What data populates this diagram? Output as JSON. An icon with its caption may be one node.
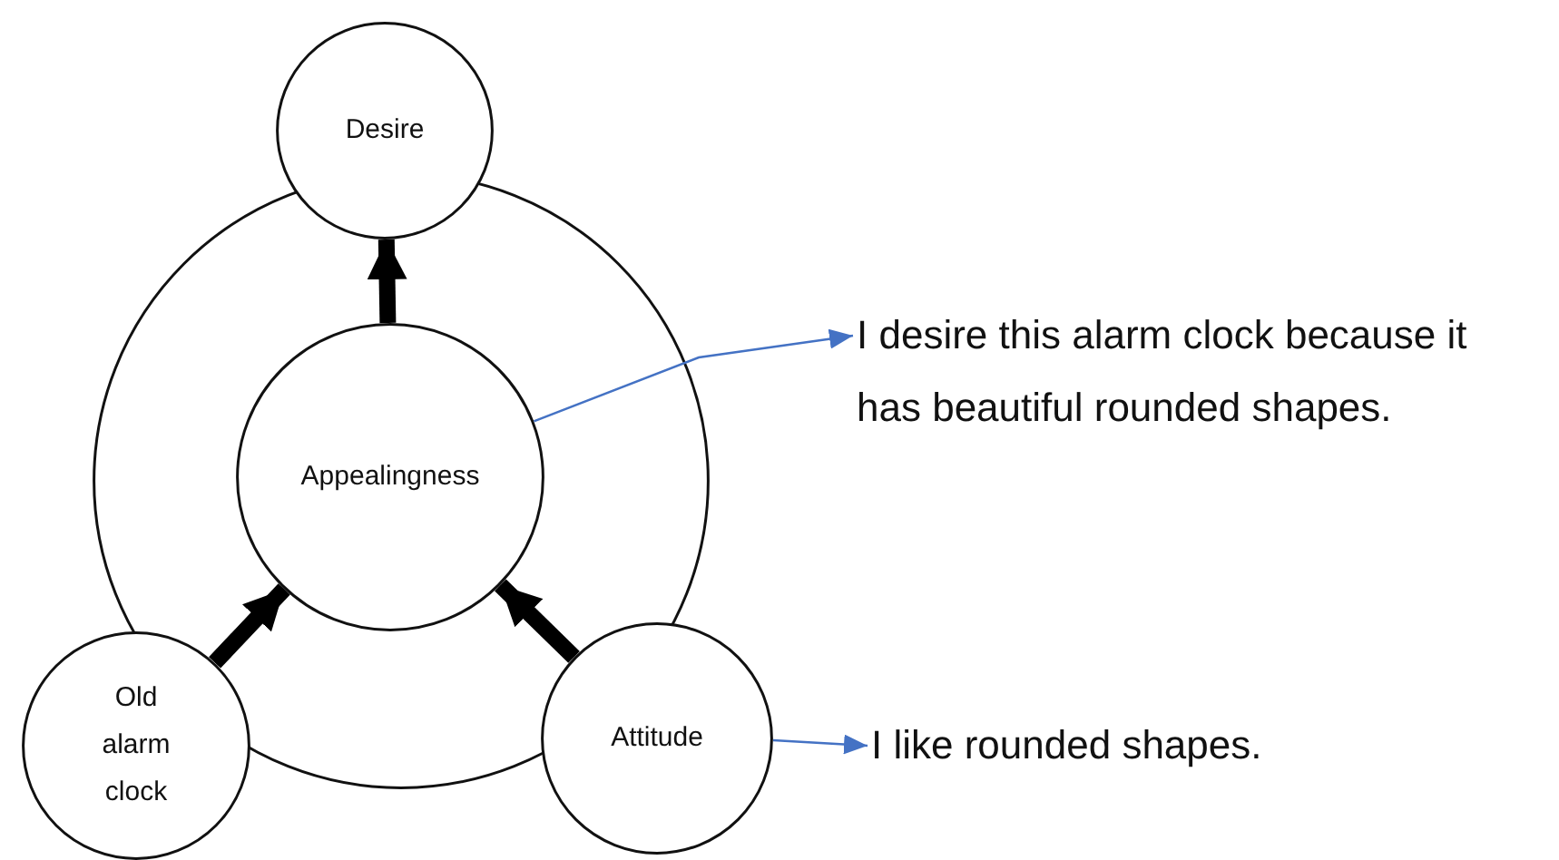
{
  "diagram": {
    "nodes": [
      {
        "text": [],
        "shape": "circle"
      },
      {
        "text": [
          "Desire"
        ]
      },
      {
        "text": [
          "Appealingness"
        ],
        "in": 0
      },
      {
        "text": [
          "Old alarm clock"
        ]
      },
      {
        "text": [
          "Attitude"
        ]
      },
      {
        "text": [
          "I desire this alarm clock because it has beautiful rounded shapes."
        ]
      },
      {
        "text": [
          "I like rounded shapes."
        ]
      }
    ],
    "edges": [
      {
        "from": 2,
        "to": 1,
        "arrow": "to"
      },
      {
        "from": 3,
        "to": 2,
        "arrow": "to"
      },
      {
        "from": 4,
        "to": 2,
        "arrow": "to"
      },
      {
        "from": 2,
        "to": 5,
        "arrow": "to",
        "color": "#4472c4"
      },
      {
        "from": 4,
        "to": 6,
        "arrow": "to",
        "color": "#4472c4"
      }
    ]
  }
}
